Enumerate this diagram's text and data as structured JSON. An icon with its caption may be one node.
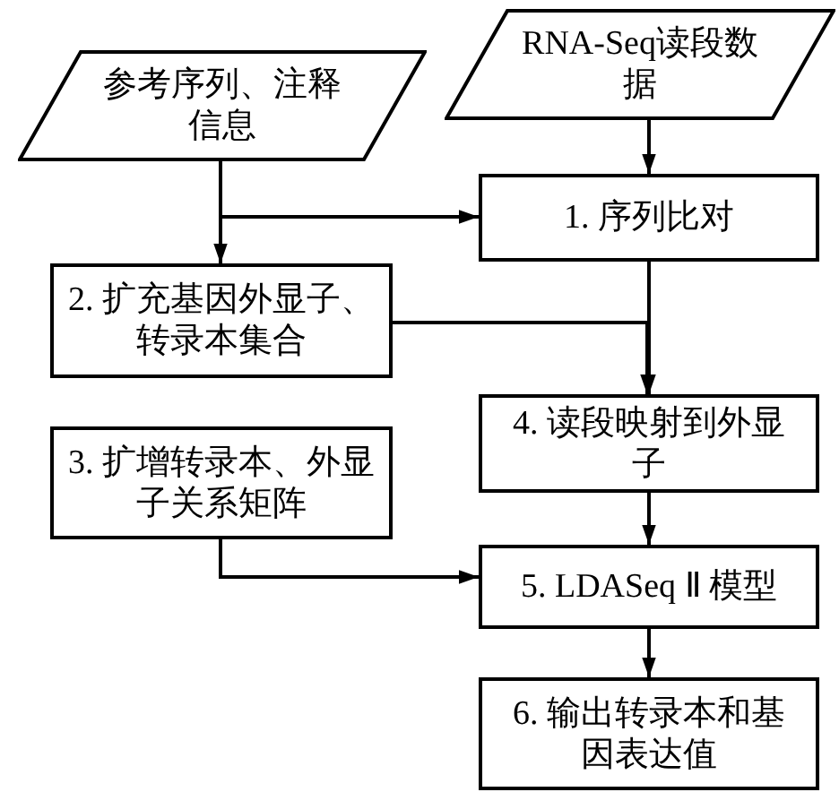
{
  "diagram": {
    "nodes": [
      {
        "text": [
          "参考序列、注释信息"
        ]
      },
      {
        "text": [
          "RNA-Seq读段数据"
        ]
      },
      {
        "text": [
          "1. 序列比对"
        ]
      },
      {
        "text": [
          "2. 扩充基因外显子、转录本集合"
        ]
      },
      {
        "text": [
          "3. 扩增转录本、外显子关系矩阵"
        ]
      },
      {
        "text": [
          "4. 读段映射到外显子"
        ]
      },
      {
        "text": [
          "5. LDASeq Ⅱ 模型"
        ]
      },
      {
        "text": [
          "6. 输出转录本和基因表达值"
        ]
      }
    ],
    "edges": [
      {
        "from": 0,
        "to": 2,
        "arrow": "to"
      },
      {
        "from": 0,
        "to": 3,
        "arrow": "to"
      },
      {
        "from": 1,
        "to": 2,
        "arrow": "to"
      },
      {
        "from": 2,
        "to": 5,
        "arrow": "to"
      },
      {
        "from": 3,
        "to": 5,
        "arrow": "to"
      },
      {
        "from": 4,
        "to": 6,
        "arrow": "to"
      },
      {
        "from": 5,
        "to": 6,
        "arrow": "to"
      },
      {
        "from": 6,
        "to": 7,
        "arrow": "to"
      }
    ]
  }
}
